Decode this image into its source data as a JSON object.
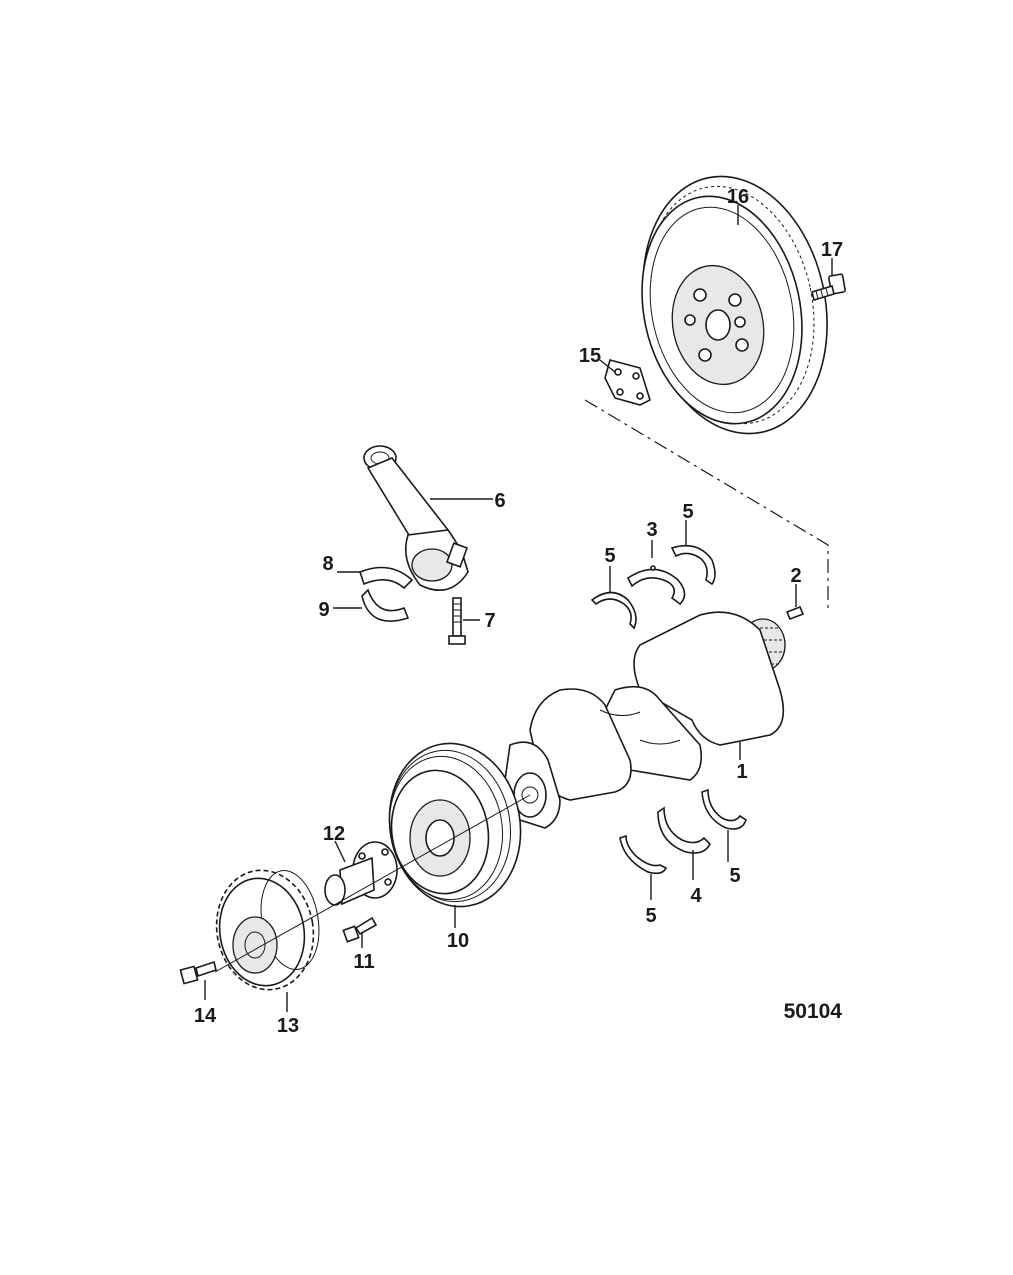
{
  "diagram": {
    "figure_number": "50104",
    "callouts": [
      {
        "id": "c1",
        "label": "1"
      },
      {
        "id": "c2",
        "label": "2"
      },
      {
        "id": "c3",
        "label": "3"
      },
      {
        "id": "c4",
        "label": "4"
      },
      {
        "id": "c5a",
        "label": "5"
      },
      {
        "id": "c5b",
        "label": "5"
      },
      {
        "id": "c5c",
        "label": "5"
      },
      {
        "id": "c5d",
        "label": "5"
      },
      {
        "id": "c6",
        "label": "6"
      },
      {
        "id": "c7",
        "label": "7"
      },
      {
        "id": "c8",
        "label": "8"
      },
      {
        "id": "c9",
        "label": "9"
      },
      {
        "id": "c10",
        "label": "10"
      },
      {
        "id": "c11",
        "label": "11"
      },
      {
        "id": "c12",
        "label": "12"
      },
      {
        "id": "c13",
        "label": "13"
      },
      {
        "id": "c14",
        "label": "14"
      },
      {
        "id": "c15",
        "label": "15"
      },
      {
        "id": "c16",
        "label": "16"
      },
      {
        "id": "c17",
        "label": "17"
      }
    ]
  }
}
